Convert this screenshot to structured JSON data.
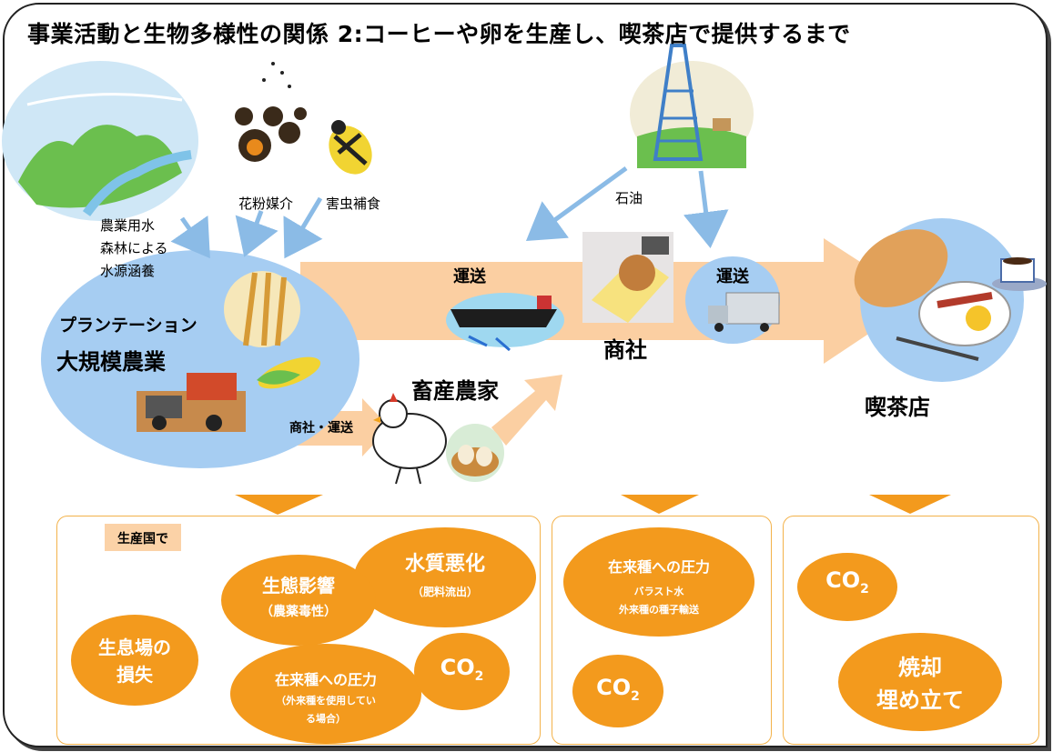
{
  "title": "事業活動と生物多様性の関係 2:コーヒーや卵を生産し、喫茶店で提供するまで",
  "labels": {
    "pollination": "花粉媒介",
    "pest_predation": "害虫補食",
    "water_line1": "農業用水",
    "water_line2": "森林による",
    "water_line3": "水源涵養",
    "oil": "石油",
    "plantation": "プランテーション",
    "large_scale": "大規模農業",
    "transport1": "運送",
    "transport2": "運送",
    "trading_company": "商社",
    "trading_transport": "商社・運送",
    "livestock": "畜産農家",
    "cafe": "喫茶店"
  },
  "panel1": {
    "tag": "生産国で",
    "water_quality": "水質悪化",
    "water_quality_sub": "（肥料流出）",
    "eco_impact": "生態影響",
    "eco_impact_sub": "（農薬毒性）",
    "habitat_line1": "生息場の",
    "habitat_line2": "損失",
    "native_pressure": "在来種への圧力",
    "native_sub1": "（外来種を使用してい",
    "native_sub2": "る場合）",
    "co2": "CO",
    "co2_sub": "2"
  },
  "panel2": {
    "native_pressure": "在来種への圧力",
    "ballast": "バラスト水",
    "seed": "外来種の種子輸送",
    "co2": "CO",
    "co2_sub": "2"
  },
  "panel3": {
    "co2": "CO",
    "co2_sub": "2",
    "burn_line1": "焼却",
    "burn_line2": "埋め立て"
  },
  "colors": {
    "flow_arrow": "#fbcfa2",
    "down_arrow": "#f39a1d",
    "blue_blob": "#a6cdf2",
    "orange_blob": "#f39a1d",
    "thin_arrow": "#8bbbe6",
    "panel_border": "#f3b24a"
  },
  "icons": [
    "landscape-river-icon",
    "bees-icon",
    "ladybug-icon",
    "oil-derrick-icon",
    "wheat-icon",
    "corn-icon",
    "harvester-icon",
    "tanker-ship-icon",
    "merchant-office-icon",
    "truck-icon",
    "chicken-icon",
    "egg-basket-icon",
    "breakfast-plate-icon",
    "coffee-cup-icon",
    "frog-icon",
    "fish-icon",
    "garbage-truck-icon",
    "workers-icon",
    "grass-rock-icon"
  ]
}
